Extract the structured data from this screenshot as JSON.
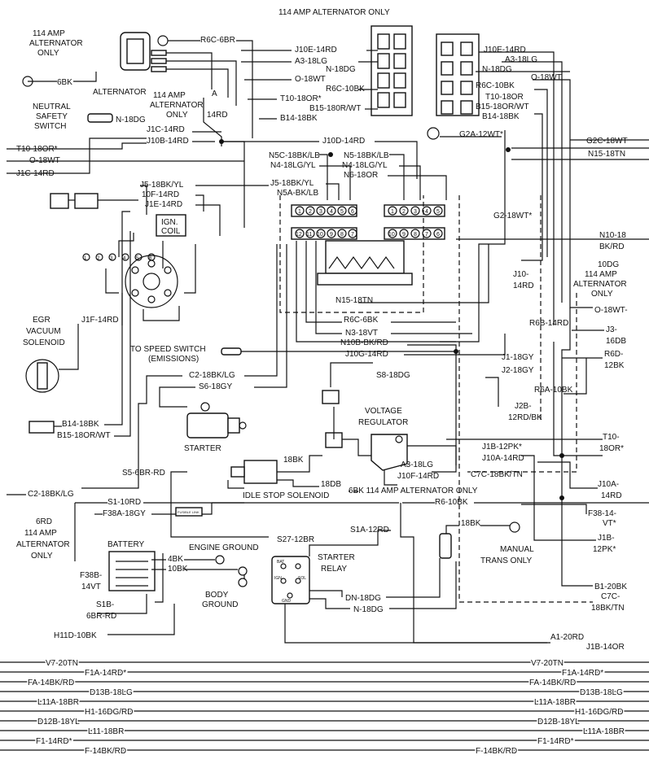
{
  "labels": {
    "alt114_only_top": "114 AMP ALTERNATOR ONLY",
    "alt114_only_left1": "114 AMP",
    "alt114_only_left2": "ALTERNATOR",
    "alt114_only_left3": "ONLY",
    "alternator": "ALTERNATOR",
    "alt114_only_mid1": "114 AMP",
    "alt114_only_mid2": "ALTERNATOR",
    "alt114_only_mid3": "ONLY",
    "neutral1": "NEUTRAL",
    "neutral2": "SAFETY",
    "neutral3": "SWITCH",
    "ign_coil1": "IGN.",
    "ign_coil2": "COIL",
    "egr1": "EGR",
    "egr2": "VACUUM",
    "egr3": "SOLENOID",
    "speed_switch1": "TO SPEED SWITCH",
    "speed_switch2": "(EMISSIONS)",
    "starter": "STARTER",
    "voltage_reg1": "VOLTAGE",
    "voltage_reg2": "REGULATOR",
    "idle_stop": "IDLE STOP SOLENOID",
    "alt6bk": "6BK 114 AMP ALTERNATOR ONLY",
    "battery": "BATTERY",
    "engine_ground": "ENGINE GROUND",
    "body_ground1": "BODY",
    "body_ground2": "GROUND",
    "starter_relay1": "STARTER",
    "starter_relay2": "RELAY",
    "manual_trans1": "MANUAL",
    "manual_trans2": "TRANS ONLY",
    "alt_right1": "114 AMP",
    "alt_right2": "ALTERNATOR",
    "alt_right3": "ONLY",
    "left114_1": "6RD",
    "left114_2": "114 AMP",
    "left114_3": "ALTERNATOR",
    "left114_4": "ONLY",
    "A": "A",
    "fuse_link": "FUSIBLE LINK"
  },
  "wires": {
    "r6c6br": "R6C-6BR",
    "w6bk": "6BK",
    "n18dg_neutral": "N-18DG",
    "a14rd": "14RD",
    "j1c14rd": "J1C-14RD",
    "j10b14rd": "J10B-14RD",
    "t1018or_left": "T10-18OR*",
    "o18wt_left": "O-18WT",
    "j1c14rd_left": "J1C-14RD",
    "j518bkyl_left": "J5-18BK/YL",
    "f10_14rd": "10F-14RD",
    "j1e14rd": "J1E-14RD",
    "j1f14rd": "J1F-14RD",
    "b1418bk_left": "B14-18BK",
    "b1518orwt_left": "B15-18OR/WT",
    "j10e14rd_c": "J10E-14RD",
    "a318lg_c": "A3-18LG",
    "n18dg_c": "N-18DG",
    "o18wt_c": "O-18WT",
    "r6c10bk_c": "R6C-10BK",
    "t1018or_c": "T10-18OR*",
    "b15180rwt_c": "B15-180R/WT",
    "b1418bk_c": "B14-18BK",
    "j10d14rd": "J10D-14RD",
    "n5c18bklb": "N5C-18BK/LB",
    "n518bklb": "N5-18BK/LB",
    "n418lgyl_l": "N4-18LG/YL",
    "n418lgyl_r": "N4-18LG/YL",
    "n618or": "N6-18OR",
    "j518bkyl_c": "J5-18BK/YL",
    "n5abklb": "N5A-BK/LB",
    "j10e14rd_r": "J10E-14RD",
    "a318lg_r": "A3-18LG",
    "n18dg_r": "N-18DG",
    "r6c10bk_r": "R6C-10BK",
    "o18wt_r": "O-18WT",
    "t1018or_r": "T10-18OR",
    "b1518orwt_r": "B15-18OR/WT",
    "b1418bk_r": "B14-18BK",
    "g2a12wt": "G2A-12WT*",
    "g2c18wt": "G2C-18WT",
    "n1518tn_r": "N15-18TN",
    "g218wt": "G2-18WT*",
    "n1018bkrd_1": "N10-18",
    "n1018bkrd_2": "BK/RD",
    "dg10": "10DG",
    "j10_14rd_1": "J10-",
    "j10_14rd_2": "14RD",
    "n1518tn_c": "N15-18TN",
    "r6c6bk": "R6C-6BK",
    "n318vt": "N3-18VT",
    "n10bbkrd": "N10B-BK/RD",
    "j10g14rd": "J10G-14RD",
    "o18wt_far": "O-18WT-",
    "r6b14rd": "R6B-14RD",
    "j3_16db_1": "J3-",
    "j3_16db_2": "16DB",
    "j118gy": "J1-18GY",
    "j218gy": "J2-18GY",
    "r6d12bk_1": "R6D-",
    "r6d12bk_2": "12BK",
    "c218bklg": "C2-18BK/LG",
    "s618gy": "S6-18GY",
    "s818dg": "S8-18DG",
    "r6a10bk": "R6A-10BK",
    "j2b12rdbk_1": "J2B-",
    "j2b12rdbk_2": "12RD/BK",
    "t10_18or_1": "T10-",
    "t10_18or_2": "18OR*",
    "j1b12pk": "J1B-12PK*",
    "j10a14rd": "J10A-14RD",
    "c7c18bktn": "C7C-18BK/TN",
    "bk18": "18BK",
    "db18": "18DB",
    "a318lg_vr": "A3-18LG",
    "j10f14rd": "J10F-14RD",
    "s56brrd": "S5-6BR-RD",
    "c218bklg_left": "C2-18BK/LG",
    "s110rd": "S1-10RD",
    "f38a18gy": "F38A-18GY",
    "r610bk": "R6-10BK",
    "j10a14rd_r1": "J10A-",
    "j10a14rd_r2": "14RD",
    "f3814vt_1": "F38-14-",
    "f3814vt_2": "VT*",
    "j1b12pk_r1": "J1B-",
    "j1b12pk_r2": "12PK*",
    "s2712br": "S27-12BR",
    "s1a12rd": "S1A-12RD",
    "bk18_mt": "18BK",
    "bk4": "4BK",
    "bk10": "10BK",
    "f38b14vt_1": "F38B-",
    "f38b14vt_2": "14VT",
    "s1b6brrd_1": "S1B-",
    "s1b6brrd_2": "6BR-RD",
    "dn18dg": "DN-18DG",
    "n18dg_sr": "N-18DG",
    "b120bk": "B1-20BK",
    "c7c_r1": "C7C-",
    "c7c_r2": "18BK/TN",
    "h11d10bk": "H11D-10BK",
    "a120rd": "A1-20RD",
    "j1b14or": "J1B-14OR"
  },
  "bottom_bus": {
    "left": [
      "V7-20TN",
      "F1A-14RD*",
      "FA-14BK/RD",
      "D13B-18LG",
      "L11A-18BR",
      "H1-16DG/RD",
      "D12B-18YL",
      "L11-18BR",
      "F1-14RD*",
      "F-14BK/RD"
    ],
    "right": [
      "V7-20TN",
      "F1A-14RD*",
      "FA-14BK/RD",
      "D13B-18LG",
      "L11A-18BR",
      "H1-16DG/RD",
      "D12B-18YL",
      "L11A-18BR",
      "F1-14RD*",
      "F-14BK/RD"
    ]
  },
  "pins": {
    "top_left": [
      "1",
      "2",
      "3",
      "4",
      "5",
      "6"
    ],
    "top_right": [
      "1",
      "2",
      "3",
      "4",
      "5"
    ],
    "bot_left": [
      "12",
      "11",
      "10",
      "9",
      "8",
      "7"
    ],
    "bot_right": [
      "10",
      "9",
      "8",
      "7",
      "6"
    ],
    "dist": [
      "1",
      "2",
      "3",
      "4",
      "5",
      "6"
    ]
  },
  "relay_terms": {
    "bat": "BAT",
    "sol": "SOL",
    "ign": "IGN",
    "gnd": "GND"
  }
}
